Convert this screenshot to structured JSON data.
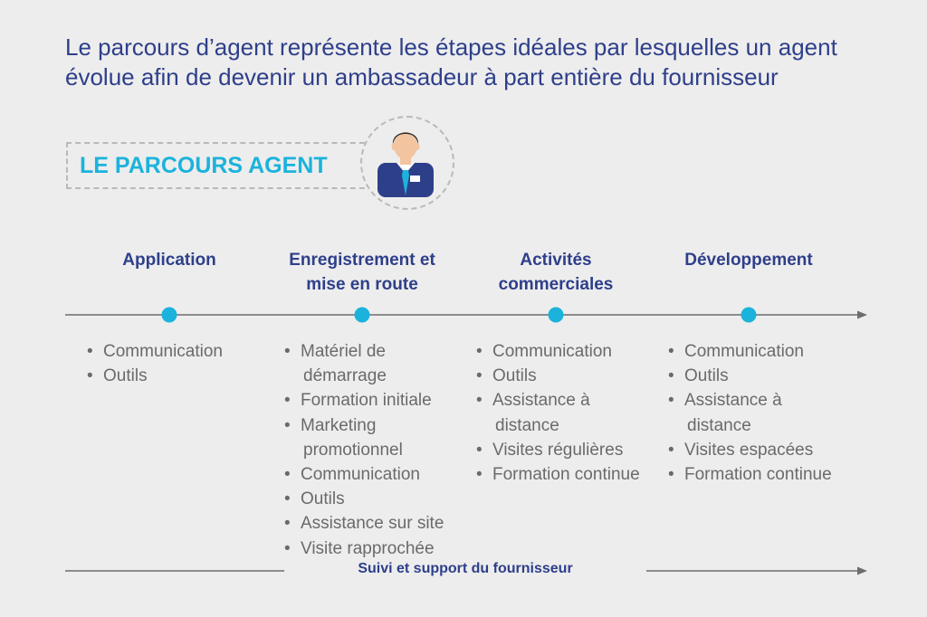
{
  "intro": {
    "line1": "Le parcours d’agent représente les étapes idéales par lesquelles un agent",
    "line2": "évolue afin de devenir un ambassadeur à part entière du fournisseur"
  },
  "badge": {
    "title": "LE PARCOURS AGENT",
    "icon": "agent-avatar-icon"
  },
  "colors": {
    "navy": "#2e3f8a",
    "cyan": "#1bb3dc",
    "text_gray": "#6a6a6a",
    "line_gray": "#6d6d6d"
  },
  "stages": [
    {
      "title_line1": "Application",
      "title_line2": "",
      "items": [
        "Communication",
        "Outils"
      ]
    },
    {
      "title_line1": "Enregistrement et",
      "title_line2": "mise en route",
      "items": [
        "Matériel de",
        "démarrage",
        "Formation initiale",
        "Marketing",
        "promotionnel",
        "Communication",
        "Outils",
        "Assistance sur site",
        "Visite rapprochée"
      ]
    },
    {
      "title_line1": "Activités",
      "title_line2": "commerciales",
      "items": [
        "Communication",
        "Outils",
        "Assistance à",
        "distance",
        "Visites régulières",
        "Formation continue"
      ]
    },
    {
      "title_line1": "Développement",
      "title_line2": "",
      "items": [
        "Communication",
        "Outils",
        "Assistance à",
        "distance",
        "Visites espacées",
        "Formation continue"
      ]
    }
  ],
  "footer": {
    "label": "Suivi et support du fournisseur"
  }
}
